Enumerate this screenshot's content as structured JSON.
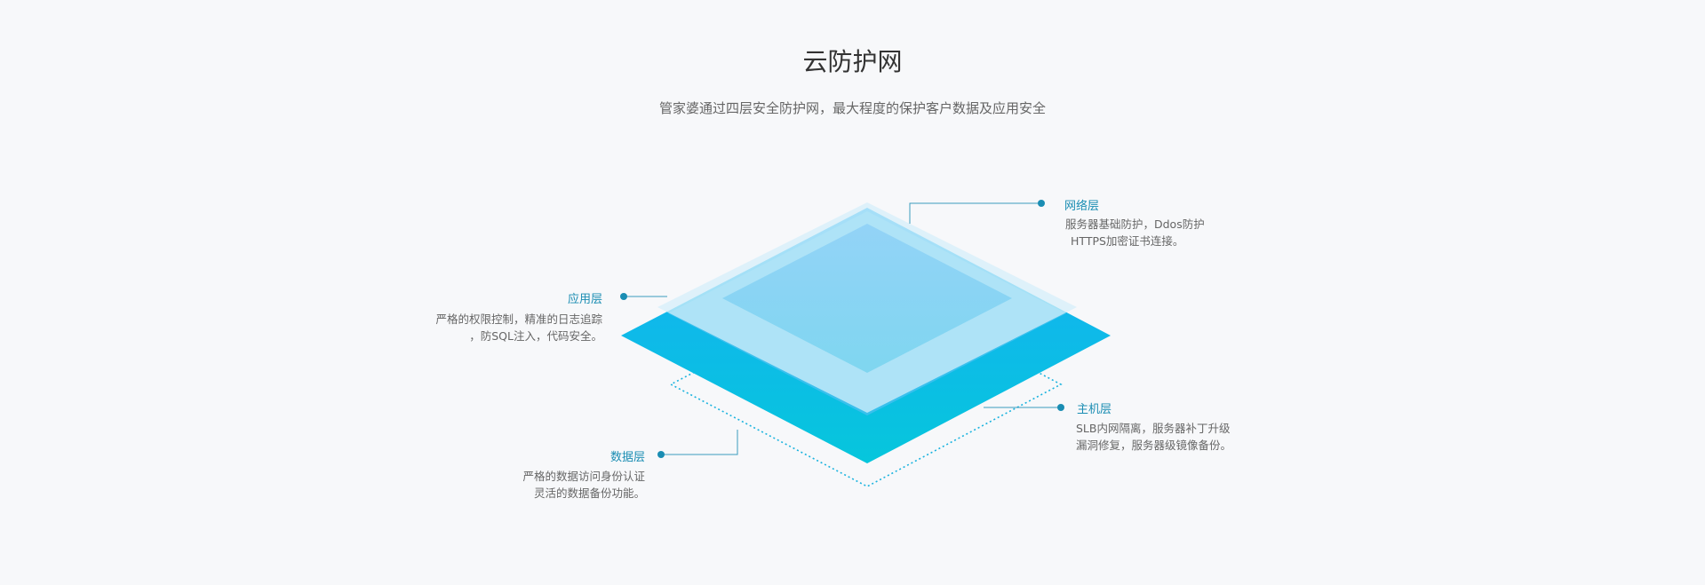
{
  "header": {
    "title": "云防护网",
    "subtitle": "管家婆通过四层安全防护网，最大程度的保护客户数据及应用安全"
  },
  "layers": [
    {
      "name": "网络层",
      "lines": [
        "服务器基础防护，Ddos防护",
        "HTTPS加密证书连接。"
      ]
    },
    {
      "name": "应用层",
      "lines": [
        "严格的权限控制，精准的日志追踪",
        "，防SQL注入，代码安全。"
      ]
    },
    {
      "name": "主机层",
      "lines": [
        "SLB内网隔离，服务器补丁升级",
        "漏洞修复，服务器级镜像备份。"
      ]
    },
    {
      "name": "数据层",
      "lines": [
        "严格的数据访问身份认证",
        "灵活的数据备份功能。"
      ]
    }
  ],
  "colors": {
    "accent": "#1a8db3",
    "layer_bottom": "#12b6f0",
    "layer_mid": "#3ec0ee",
    "layer_top": "#8bd5f6"
  }
}
